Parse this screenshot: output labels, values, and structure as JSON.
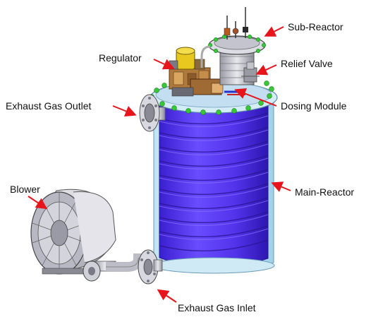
{
  "labels": {
    "sub_reactor": "Sub-Reactor",
    "regulator": "Regulator",
    "relief_valve": "Relief Valve",
    "exhaust_gas_outlet": "Exhaust Gas Outlet",
    "dosing_module": "Dosing Module",
    "main_reactor": "Main-Reactor",
    "blower": "Blower",
    "exhaust_gas_inlet": "Exhaust Gas Inlet"
  },
  "colors": {
    "arrow": "#e8141c",
    "reactor_body": "#5b3cf0",
    "reactor_shell": "#a9d8f0",
    "bolt": "#37c837",
    "blower": "#c8c8d2"
  }
}
